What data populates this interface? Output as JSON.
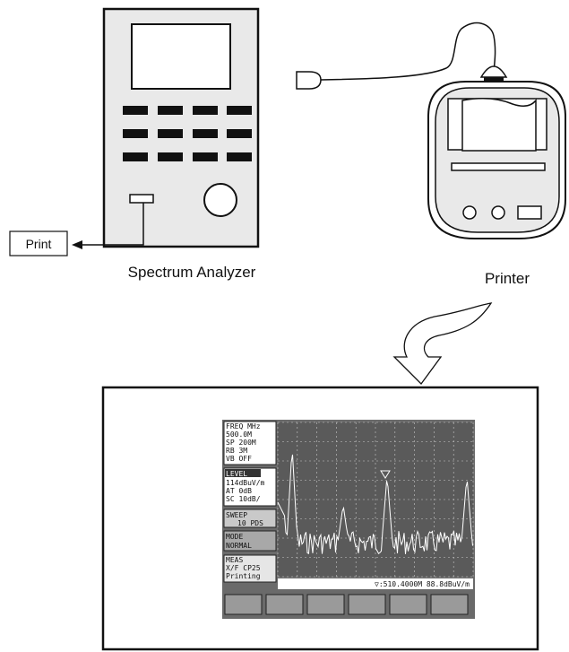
{
  "labels": {
    "print": "Print",
    "spectrum_analyzer": "Spectrum Analyzer",
    "printer": "Printer"
  },
  "screen": {
    "sidebar": {
      "freq": [
        "FREQ MHz",
        "500.0M",
        "SP 200M",
        "RB 3M",
        "VB OFF"
      ],
      "level": [
        "LEVEL",
        "114dBuV/m",
        "AT 0dB",
        "SC 10dB/"
      ],
      "sweep": [
        "SWEEP",
        "10 PDS"
      ],
      "mode": [
        "MODE",
        "NORMAL"
      ],
      "meas": [
        "MEAS",
        "X/F CP25",
        "Printing"
      ]
    },
    "marker_readout": "▽:510.4000M  88.8dBuV/m",
    "softkeys": [
      "",
      "",
      "",
      "",
      "",
      ""
    ]
  },
  "colors": {
    "device_fill": "#e9e9e9",
    "line": "#111111",
    "screen_bg": "#5a5a5a",
    "grid": "#bdbdbd",
    "trace": "#ffffff"
  }
}
